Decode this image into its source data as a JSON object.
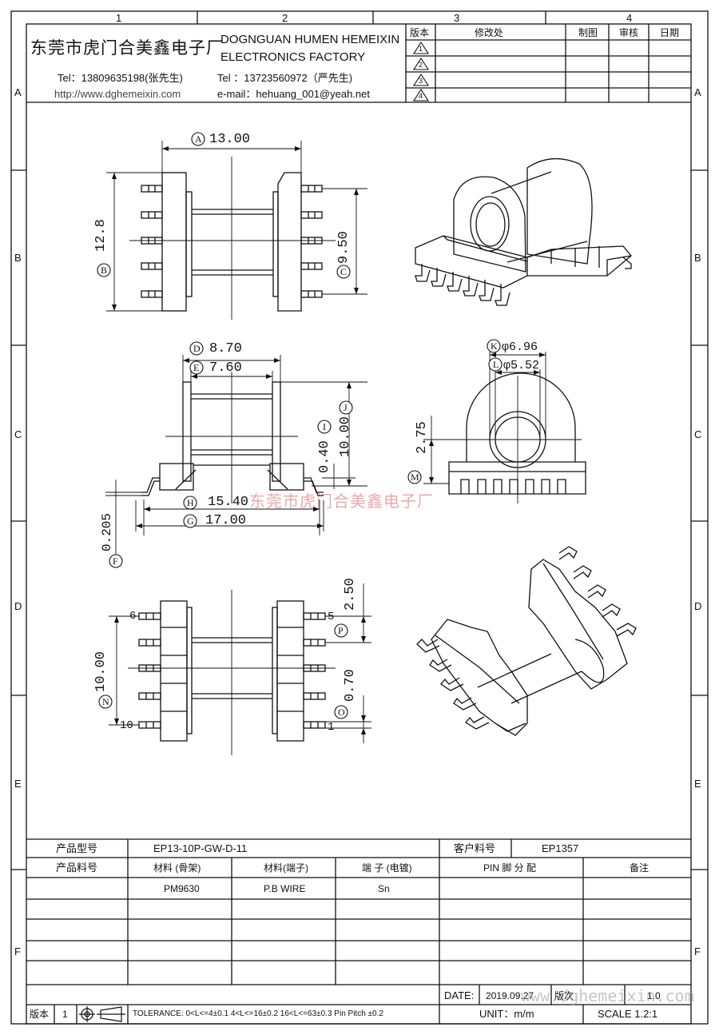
{
  "zones": {
    "columns": [
      "1",
      "2",
      "3",
      "4"
    ],
    "rows": [
      "A",
      "B",
      "C",
      "D",
      "E",
      "F"
    ]
  },
  "company": {
    "name_cn": "东莞市虎门合美鑫电子厂",
    "name_en_1": "DOGNGUAN HUMEN HEMEIXIN",
    "name_en_2": "ELECTRONICS FACTORY",
    "tel_1": "Tel：13809635198(张先生)",
    "tel_2": "Tel ：13723560972（严先生)",
    "website": "http://www.dghemeixin.com",
    "email": "e-mail：hehuang_001@yeah.net"
  },
  "revision_table": {
    "headers": [
      "版本",
      "修改处",
      "制图",
      "审核",
      "日期"
    ],
    "marks": [
      "1",
      "2",
      "3",
      "4"
    ]
  },
  "dimensions": {
    "A": "13.00",
    "B": "12.8",
    "C": "9.50",
    "D": "8.70",
    "E": "7.60",
    "F": "0.205",
    "G": "17.00",
    "H": "15.40",
    "I": "0.40",
    "J": "10.00",
    "K": "φ6.96",
    "L": "φ5.52",
    "M": "2.75",
    "N": "10.00",
    "O": "0.70",
    "P": "2.50"
  },
  "dim_letters": [
    "A",
    "B",
    "C",
    "D",
    "E",
    "F",
    "G",
    "H",
    "I",
    "J",
    "K",
    "L",
    "M",
    "N",
    "O",
    "P"
  ],
  "pins": {
    "p6": "6",
    "p5": "5",
    "p10": "10",
    "p1": "1"
  },
  "title_block": {
    "product_model_label": "产品型号",
    "product_model": "EP13-10P-GW-D-11",
    "customer_part_label": "客户料号",
    "customer_part": "EP1357",
    "product_part_label": "产品料号",
    "material_bobbin_label": "材料 (骨架)",
    "material_pin_label": "材料(端子)",
    "plating_label": "端 子 (电镀)",
    "pin_assign_label": "PIN 脚 分 配",
    "remark_label": "备注",
    "material_bobbin": "PM9630",
    "material_pin": "P.B WIRE",
    "plating": "Sn",
    "date_label": "DATE:",
    "date": "2019.09.27",
    "version_label": "版本",
    "version": "1",
    "tolerance": "TOLERANCE:  0<L<=4±0.1  4<L<=16±0.2  16<L<=63±0.3  Pin Pitch  ±0.2",
    "unit": "UNIT：m/m",
    "scale": "SCALE  1.2:1",
    "page_label": "1.0",
    "sheet_label": "版次"
  },
  "watermarks": {
    "center": "东莞市虎门合美鑫电子厂",
    "bottom": "www.dghemeixin.com"
  }
}
